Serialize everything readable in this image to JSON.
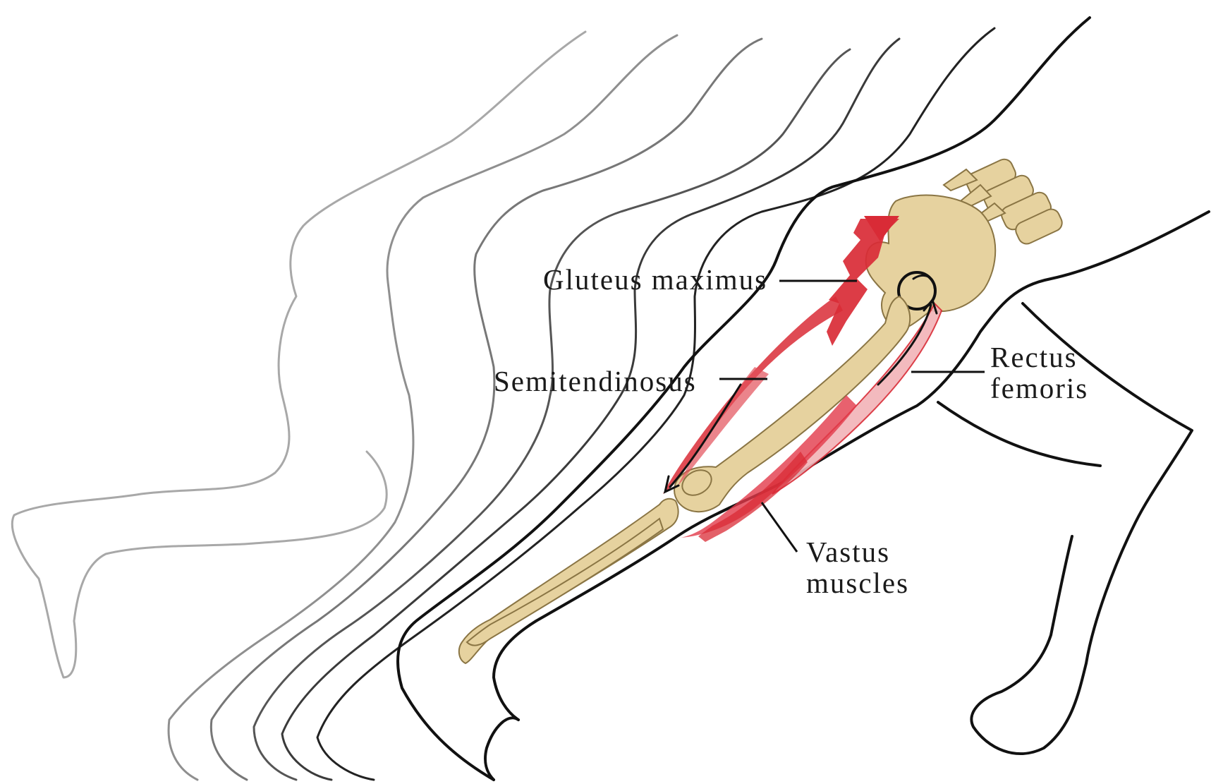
{
  "figure": {
    "labels": {
      "gluteus_maximus": "Gluteus maximus",
      "semitendinosus": "Semitendinosus",
      "rectus_femoris": [
        "Rectus",
        "femoris"
      ],
      "vastus_muscles": [
        "Vastus",
        "muscles"
      ]
    },
    "colors": {
      "bone": "#e6d29f",
      "bone_outline": "#8a7544",
      "muscle": "#d92b36",
      "muscle_light": "#f2b3b8",
      "outline_dark": "#111111",
      "outline_faded": "#9a9a9a"
    }
  }
}
